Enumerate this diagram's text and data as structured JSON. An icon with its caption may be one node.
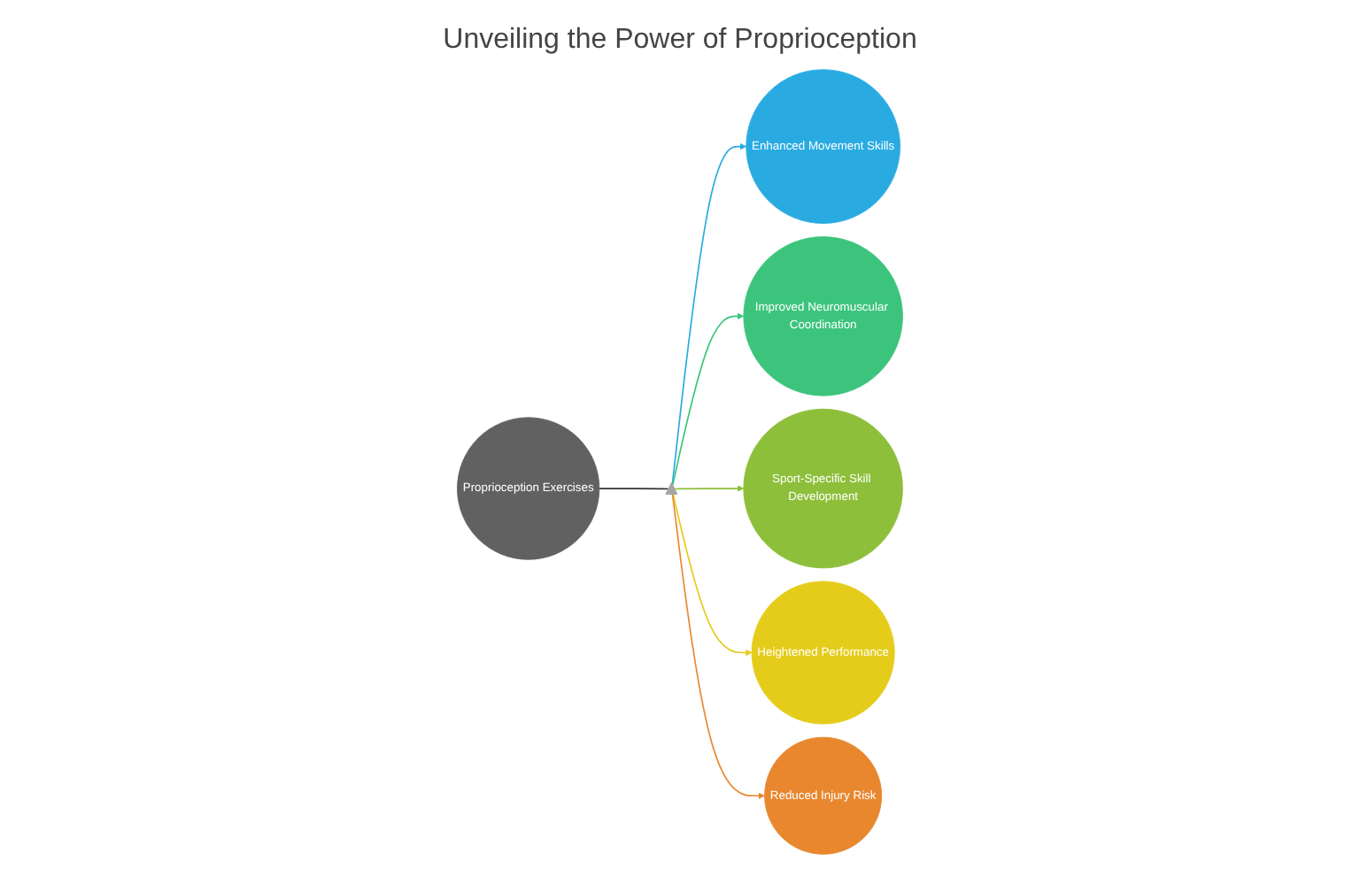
{
  "diagram": {
    "title": "Unveiling the Power of Proprioception",
    "nodes": [
      {
        "text": [
          "Proprioception Exercises"
        ]
      },
      {
        "text": [],
        "shape": "triangle"
      },
      {
        "text": [
          "Enhanced Movement Skills"
        ]
      },
      {
        "text": [
          "Improved Neuromuscular Coordination"
        ]
      },
      {
        "text": [
          "Sport-Specific Skill Development"
        ]
      },
      {
        "text": [
          "Heightened Performance"
        ]
      },
      {
        "text": [
          "Reduced Injury Risk"
        ]
      }
    ],
    "edges": [
      {
        "from": 0,
        "to": 1,
        "arrow": "none",
        "color": "#333333"
      },
      {
        "from": 1,
        "to": 2,
        "arrow": "to",
        "color": "#29abe2"
      },
      {
        "from": 1,
        "to": 3,
        "arrow": "to",
        "color": "#3cc47c"
      },
      {
        "from": 1,
        "to": 4,
        "arrow": "to",
        "color": "#8dbf3a"
      },
      {
        "from": 1,
        "to": 5,
        "arrow": "to",
        "color": "#e5cc1a"
      },
      {
        "from": 1,
        "to": 6,
        "arrow": "to",
        "color": "#e8872e"
      }
    ]
  }
}
